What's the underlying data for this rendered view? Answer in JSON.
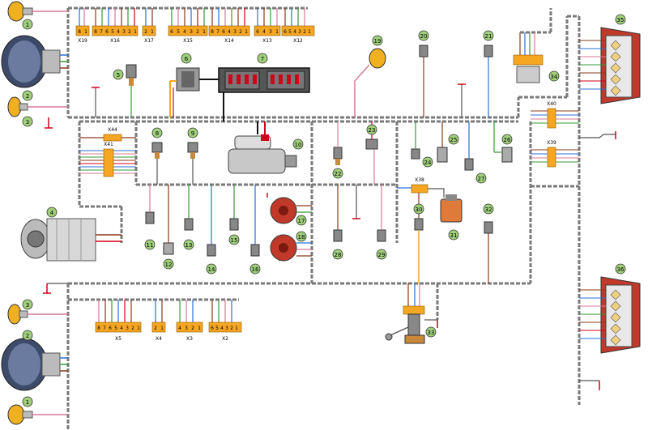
{
  "diagram": {
    "components": {
      "c1a": "1",
      "c2a": "2",
      "c3a": "3",
      "c4": "4",
      "c5": "5",
      "c6": "6",
      "c7": "7",
      "c8": "8",
      "c9": "9",
      "c10": "10",
      "c11": "11",
      "c12": "12",
      "c13": "13",
      "c14": "14",
      "c15": "15",
      "c16": "16",
      "c17": "17",
      "c18": "18",
      "c19": "19",
      "c20": "20",
      "c21": "21",
      "c22": "22",
      "c23": "23",
      "c24": "24",
      "c25": "25",
      "c26": "26",
      "c27": "27",
      "c28": "28",
      "c29": "29",
      "c30": "30",
      "c31": "31",
      "c32": "32",
      "c33": "33",
      "c34": "34",
      "c35": "35",
      "c36": "36",
      "c3b": "3",
      "c2b": "2",
      "c1b": "1"
    },
    "connectors": {
      "x19": "X19",
      "x16": "X16",
      "x17": "X17",
      "x15": "X15",
      "x14": "X14",
      "x13": "X13",
      "x12": "X12",
      "x44": "X44",
      "x41": "X41",
      "x38": "X38",
      "x40": "X40",
      "x39": "X39",
      "x5": "X5",
      "x4": "X4",
      "x3": "X3",
      "x2": "X2"
    },
    "pins": {
      "x19": [
        "8",
        "1"
      ],
      "x16": [
        "8",
        "7",
        "6",
        "5",
        "4",
        "3",
        "2",
        "1"
      ],
      "x17": [
        "2",
        "1"
      ],
      "x15": [
        "6",
        "5",
        "4",
        "3",
        "2",
        "1"
      ],
      "x14": [
        "8",
        "7",
        "6",
        "4",
        "3",
        "2",
        "1"
      ],
      "x13": [
        "6",
        "4",
        "3",
        "1"
      ],
      "x12": [
        "6",
        "5",
        "4",
        "3",
        "2",
        "1"
      ],
      "x5": [
        "8",
        "7",
        "6",
        "5",
        "4",
        "3",
        "2",
        "1"
      ],
      "x4": [
        "2",
        "1"
      ],
      "x3": [
        "4",
        "3",
        "2",
        "1"
      ],
      "x2": [
        "6",
        "5",
        "4",
        "3",
        "2",
        "1"
      ]
    },
    "colors": {
      "harness": "#8a8a8a",
      "harness_dark": "#4a4a4a",
      "connector": "#f5a623",
      "ground": "#d0021b",
      "wire_blue": "#2a6fd6",
      "wire_green": "#3a9a3a",
      "wire_brown": "#8b3a1a",
      "wire_pink": "#d67a9a",
      "label_bg": "#9fcf7a"
    }
  }
}
